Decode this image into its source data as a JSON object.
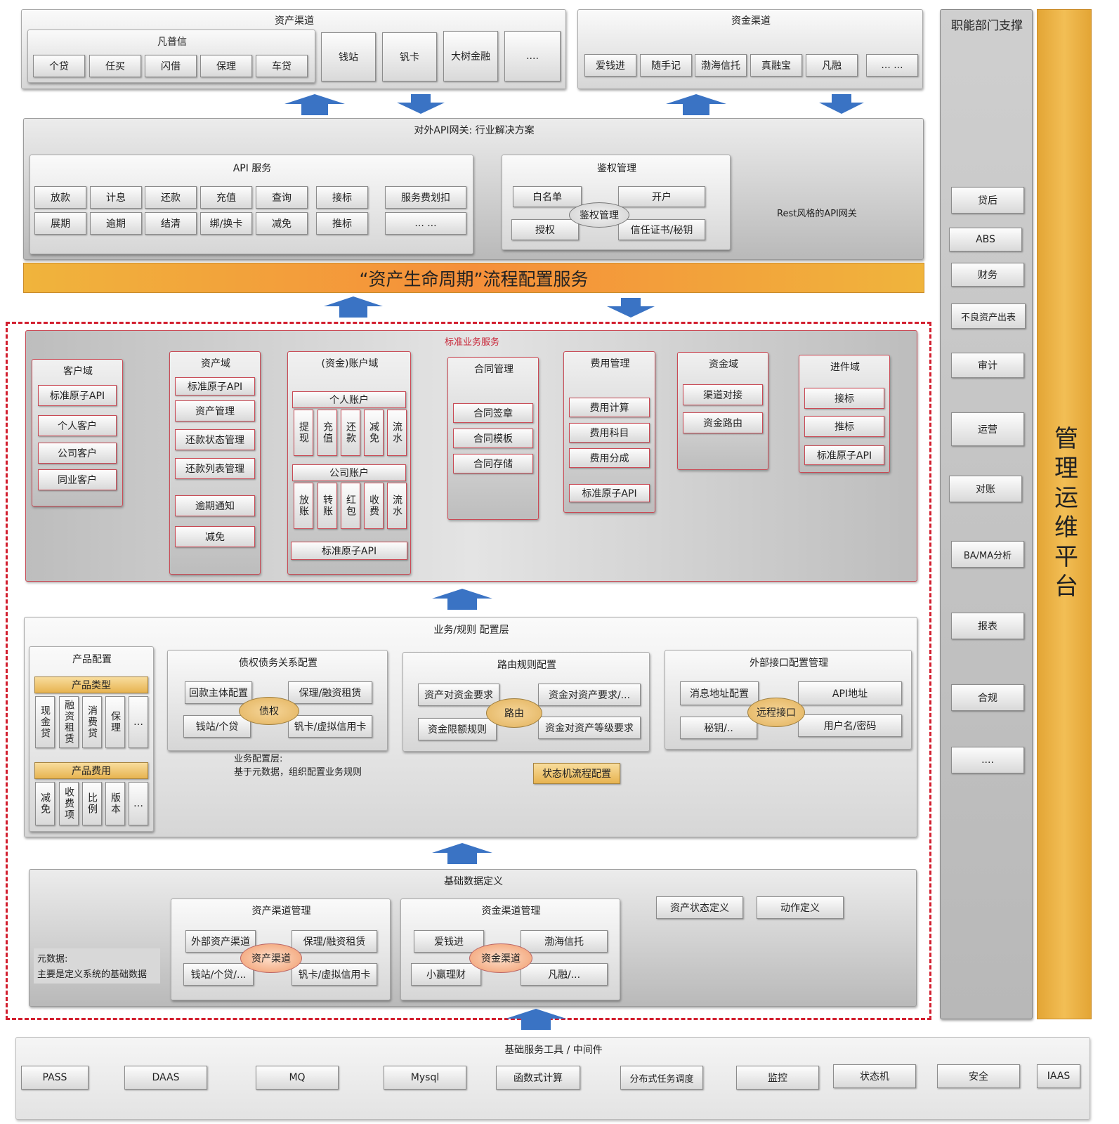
{
  "asset_channel": {
    "title": "资产渠道",
    "fanpuxin_title": "凡普信",
    "fanpuxin_items": [
      "个贷",
      "任买",
      "闪借",
      "保理",
      "车贷"
    ],
    "items": [
      "钱站",
      "钒卡",
      "大树金融",
      "...."
    ]
  },
  "fund_channel": {
    "title": "资金渠道",
    "items": [
      "爱钱进",
      "随手记",
      "渤海信托",
      "真融宝",
      "凡融",
      "... ..."
    ]
  },
  "gateway": {
    "title": "对外API网关: 行业解决方案",
    "api_service_title": "API 服务",
    "api_row1": [
      "放款",
      "计息",
      "还款",
      "充值",
      "查询",
      "接标",
      "服务费划扣"
    ],
    "api_row2": [
      "展期",
      "逾期",
      "结清",
      "绑/换卡",
      "减免",
      "推标",
      "... ..."
    ],
    "auth": {
      "title": "鉴权管理",
      "whitelist": "白名单",
      "open_account": "开户",
      "center": "鉴权管理",
      "authorize": "授权",
      "cert": "信任证书/秘钥"
    },
    "rest_note": "Rest风格的API网关"
  },
  "lifecycle_banner": "“资产生命周期”流程配置服务",
  "standard_services": {
    "title": "标准业务服务",
    "customer_domain": {
      "title": "客户域",
      "items": [
        "标准原子API",
        "个人客户",
        "公司客户",
        "同业客户"
      ]
    },
    "asset_domain": {
      "title": "资产域",
      "items": [
        "标准原子API",
        "资产管理",
        "还款状态管理",
        "还款列表管理",
        "逾期通知",
        "减免"
      ]
    },
    "account_domain": {
      "title": "(资金)账户域",
      "personal_title": "个人账户",
      "personal_items": [
        "提现",
        "充值",
        "还款",
        "减免",
        "流水"
      ],
      "company_title": "公司账户",
      "company_items": [
        "放账",
        "转账",
        "红包",
        "收费",
        "流水"
      ],
      "api": "标准原子API"
    },
    "contract": {
      "title": "合同管理",
      "items": [
        "合同签章",
        "合同模板",
        "合同存储"
      ]
    },
    "fee": {
      "title": "费用管理",
      "items": [
        "费用计算",
        "费用科目",
        "费用分成",
        "标准原子API"
      ]
    },
    "fund_domain": {
      "title": "资金域",
      "items": [
        "渠道对接",
        "资金路由"
      ]
    },
    "progress_domain": {
      "title": "进件域",
      "items": [
        "接标",
        "推标",
        "标准原子API"
      ]
    }
  },
  "config_layer": {
    "title": "业务/规则 配置层",
    "product_config": {
      "title": "产品配置",
      "type_title": "产品类型",
      "types": [
        "现金贷",
        "融资租赁",
        "消费贷",
        "保理",
        "…"
      ],
      "fee_title": "产品费用",
      "fees": [
        "减免",
        "收费项",
        "比例",
        "版本",
        "…"
      ]
    },
    "debt": {
      "title": "债权债务关系配置",
      "tl": "回款主体配置",
      "tr": "保理/融资租赁",
      "center": "债权",
      "bl": "钱站/个贷",
      "br": "钒卡/虚拟信用卡"
    },
    "note_line1": "业务配置层:",
    "note_line2": "基于元数据，组织配置业务规则",
    "route": {
      "title": "路由规则配置",
      "tl": "资产对资金要求",
      "tr": "资金对资产要求/...",
      "center": "路由",
      "bl": "资金限额规则",
      "br": "资金对资产等级要求"
    },
    "external": {
      "title": "外部接口配置管理",
      "tl": "消息地址配置",
      "tr": "API地址",
      "center": "远程接口",
      "bl": "秘钥/..",
      "br": "用户名/密码"
    },
    "state_machine": "状态机流程配置"
  },
  "base_data": {
    "title": "基础数据定义",
    "meta_line1": "元数据:",
    "meta_line2": "主要是定义系统的基础数据",
    "asset_mgmt": {
      "title": "资产渠道管理",
      "tl": "外部资产渠道",
      "tr": "保理/融资租赁",
      "center": "资产渠道",
      "bl": "钱站/个贷/...",
      "br": "钒卡/虚拟信用卡"
    },
    "fund_mgmt": {
      "title": "资金渠道管理",
      "tl": "爱钱进",
      "tr": "渤海信托",
      "center": "资金渠道",
      "bl": "小赢理财",
      "br": "凡融/..."
    },
    "asset_state": "资产状态定义",
    "action_def": "动作定义"
  },
  "functional_support": {
    "title": "职能部门支撑",
    "items": [
      "贷后",
      "ABS",
      "财务",
      "不良资产出表",
      "审计",
      "运营",
      "对账",
      "BA/MA分析",
      "报表",
      "合规",
      "...."
    ]
  },
  "ops_platform": "管理运维平台",
  "infra": {
    "title": "基础服务工具 / 中间件",
    "items": [
      "PASS",
      "DAAS",
      "MQ",
      "Mysql",
      "函数式计算",
      "分布式任务调度",
      "监控",
      "状态机",
      "安全",
      "IAAS"
    ]
  },
  "colors": {
    "arrow_blue": "#3a73c4",
    "banner_orange": "#f5953d",
    "banner_gold": "#f0b43c",
    "red_border": "#d21f2f",
    "ops_gold": "#e8ac3c"
  }
}
